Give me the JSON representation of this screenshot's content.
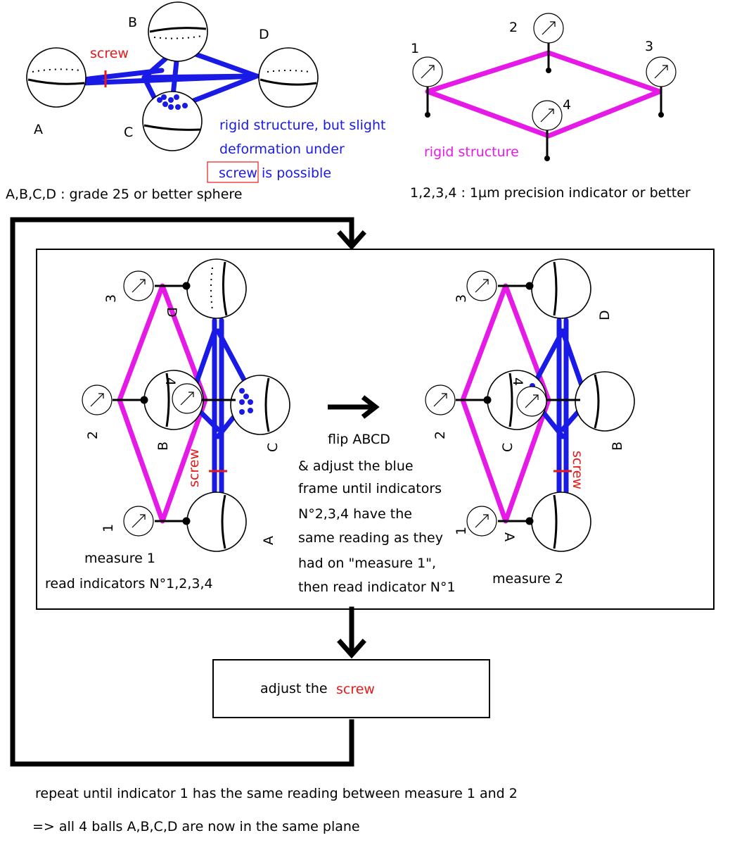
{
  "colors": {
    "blue": "#1a1ae6",
    "magenta": "#e61ae6",
    "red": "#e61a1a",
    "black": "#000000"
  },
  "top_left": {
    "label_a": "A",
    "label_b": "B",
    "label_c": "C",
    "label_d": "D",
    "screw": "screw",
    "blue_note_1": "rigid structure, but slight",
    "blue_note_2": "deformation under",
    "blue_note_3a": "screw",
    "blue_note_3b": "is possible",
    "caption": "A,B,C,D : grade 25 or better sphere"
  },
  "top_right": {
    "ind_1": "1",
    "ind_2": "2",
    "ind_3": "3",
    "ind_4": "4",
    "rigid": "rigid structure",
    "caption": "1,2,3,4 : 1µm precision indicator or better"
  },
  "measure1": {
    "ind_1": "1",
    "ind_2": "2",
    "ind_3": "3",
    "ind_4": "4",
    "ball_a": "A",
    "ball_b": "B",
    "ball_c": "C",
    "ball_d": "D",
    "screw": "screw",
    "title": "measure 1",
    "subtitle": "read indicators N°1,2,3,4"
  },
  "middle": {
    "flip": "flip ABCD",
    "line1": "& adjust the blue",
    "line2": "frame until indicators",
    "line3": "N°2,3,4 have the",
    "line4": "same reading as they",
    "line5": "had on \"measure 1\",",
    "line6": "then read indicator N°1"
  },
  "measure2": {
    "ind_1": "1",
    "ind_2": "2",
    "ind_3": "3",
    "ind_4": "4",
    "ball_a": "A",
    "ball_b": "B",
    "ball_c": "C",
    "ball_d": "D",
    "screw": "screw",
    "title": "measure 2"
  },
  "adjust": {
    "text": "adjust the",
    "screw": "screw"
  },
  "footer": {
    "repeat": "repeat until indicator 1 has the same reading between measure 1 and 2",
    "result": "=> all 4 balls A,B,C,D are now in the same plane"
  }
}
